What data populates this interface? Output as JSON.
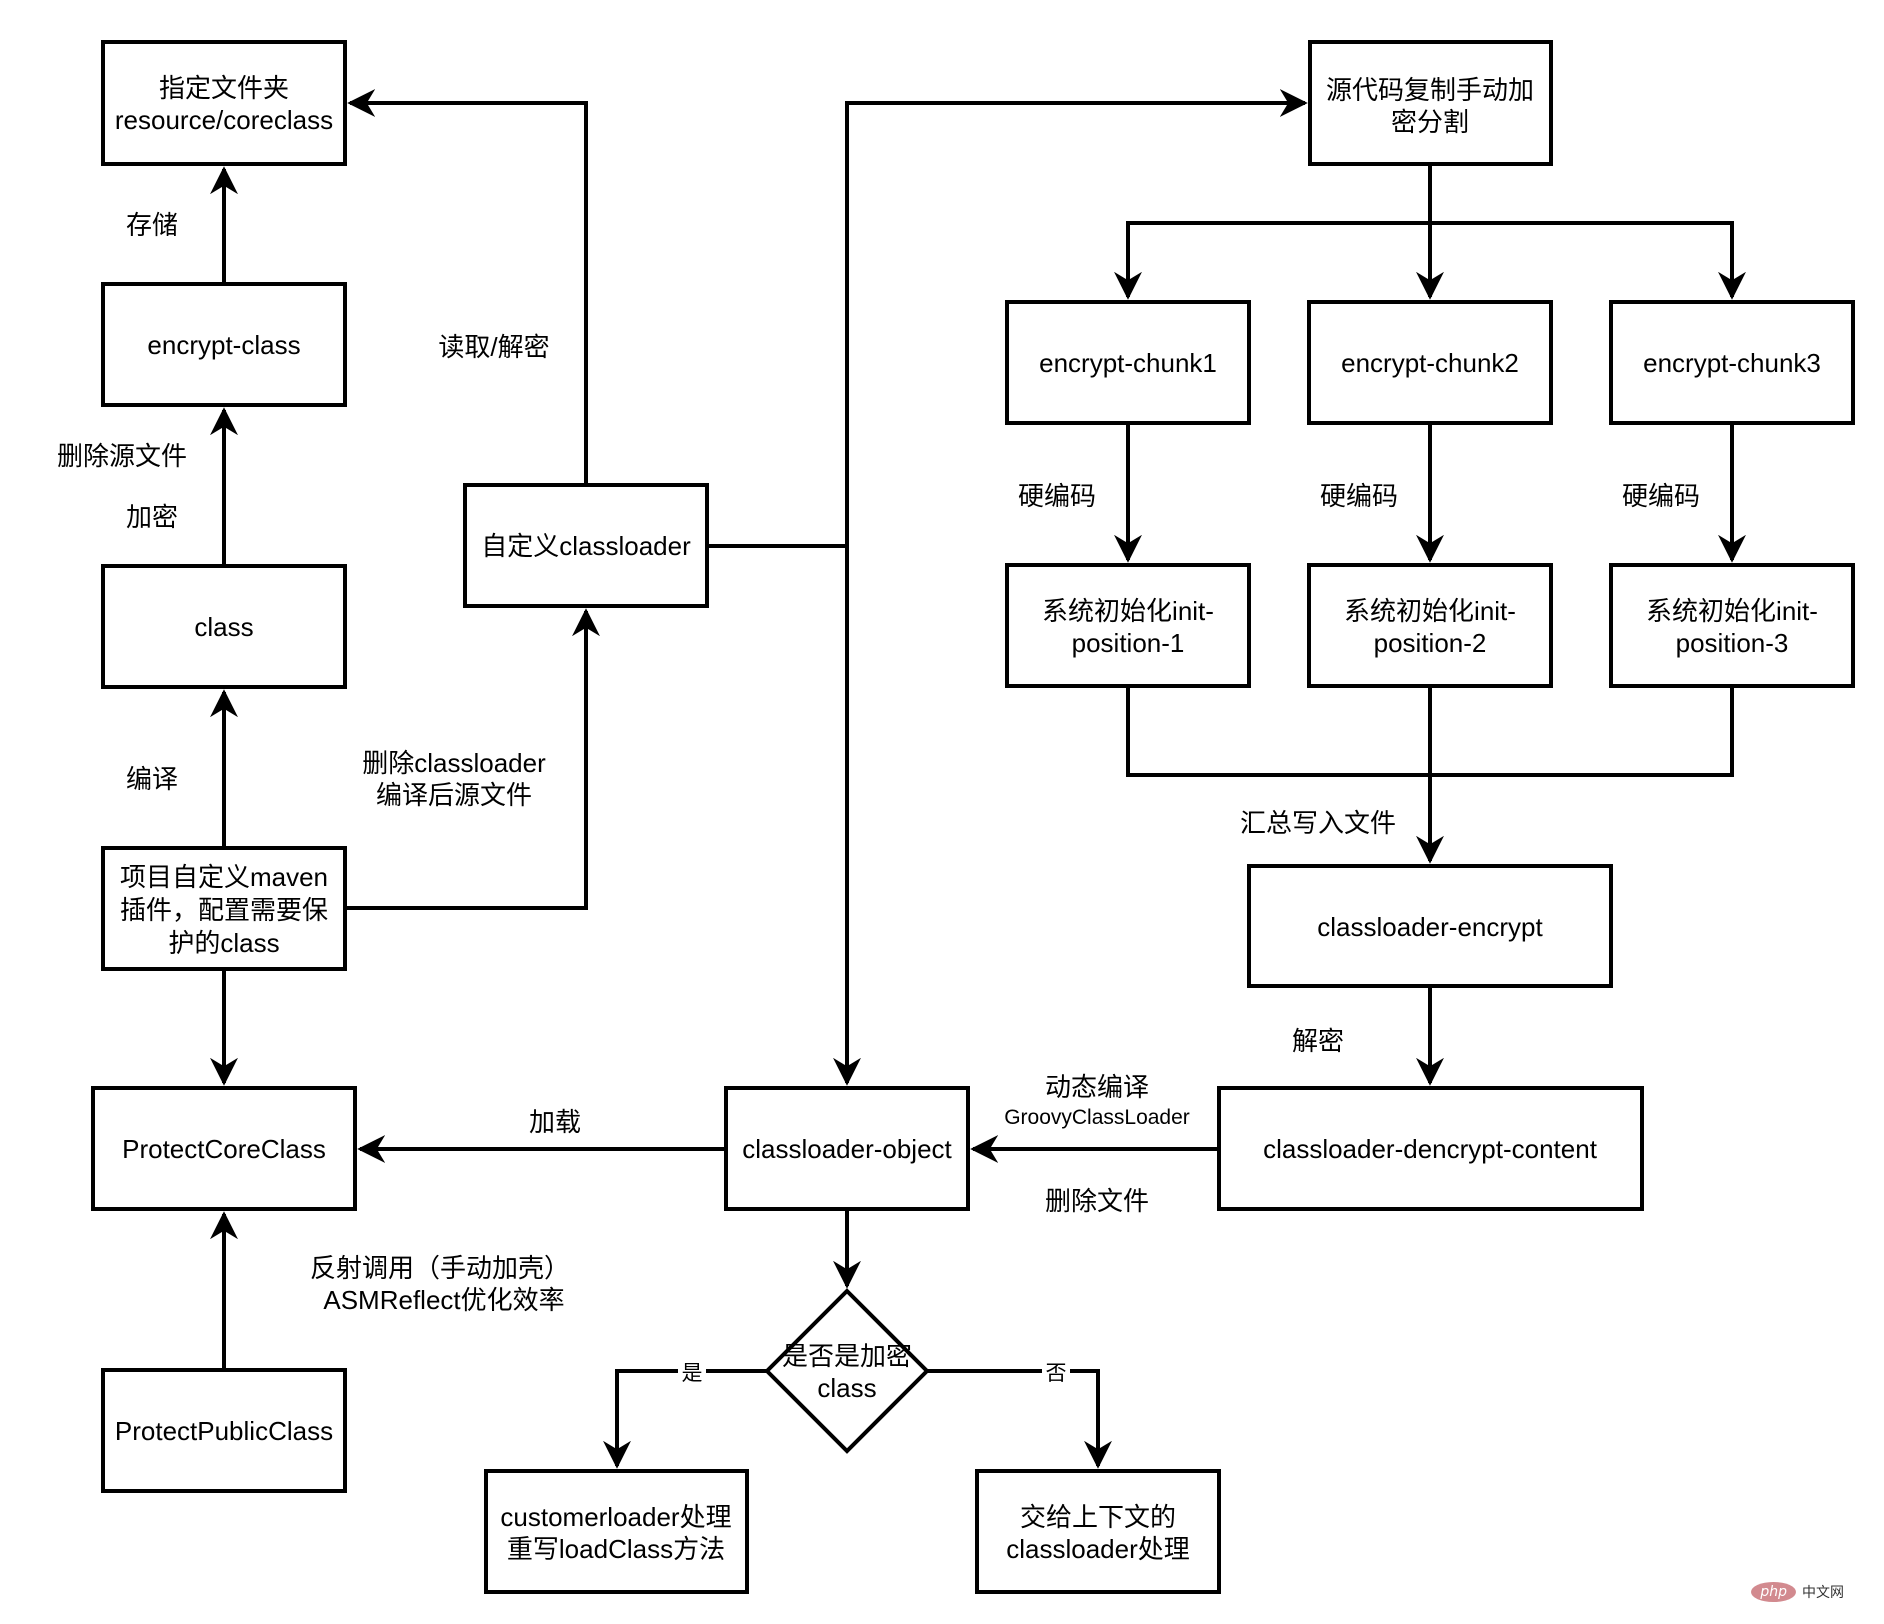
{
  "diagram": {
    "nodes": {
      "folder": [
        "指定文件夹",
        "resource/coreclass"
      ],
      "encrypt_class": [
        "encrypt-class"
      ],
      "class": [
        "class"
      ],
      "maven_plugin": [
        "项目自定义maven",
        "插件，配置需要保",
        "护的class"
      ],
      "protect_core": [
        "ProtectCoreClass"
      ],
      "protect_public": [
        "ProtectPublicClass"
      ],
      "custom_classloader": [
        "自定义classloader"
      ],
      "source_copy": [
        "源代码复制手动加",
        "密分割"
      ],
      "chunk1": [
        "encrypt-chunk1"
      ],
      "chunk2": [
        "encrypt-chunk2"
      ],
      "chunk3": [
        "encrypt-chunk3"
      ],
      "init1": [
        "系统初始化init-",
        "position-1"
      ],
      "init2": [
        "系统初始化init-",
        "position-2"
      ],
      "init3": [
        "系统初始化init-",
        "position-3"
      ],
      "classloader_encrypt": [
        "classloader-encrypt"
      ],
      "dencrypt_content": [
        "classloader-dencrypt-content"
      ],
      "classloader_object": [
        "classloader-object"
      ],
      "decision": [
        "是否是加密",
        "class"
      ],
      "yes_box": [
        "customerloader处理",
        "重写loadClass方法"
      ],
      "no_box": [
        "交给上下文的",
        "classloader处理"
      ]
    },
    "edge_labels": {
      "store": "存储",
      "read_decrypt": "读取/解密",
      "delete_source": "删除源文件",
      "encrypt": "加密",
      "compile": "编译",
      "delete_classloader": [
        "删除classloader",
        "编译后源文件"
      ],
      "hardcode1": "硬编码",
      "hardcode2": "硬编码",
      "hardcode3": "硬编码",
      "merge_write": "汇总写入文件",
      "decrypt": "解密",
      "dynamic_compile": "动态编译",
      "groovy": "GroovyClassLoader",
      "delete_file": "删除文件",
      "load": "加载",
      "reflect": [
        "反射调用（手动加壳）",
        "ASMReflect优化效率"
      ],
      "yes": "是",
      "no": "否"
    }
  },
  "watermark": {
    "logo": "php",
    "text": "中文网"
  }
}
